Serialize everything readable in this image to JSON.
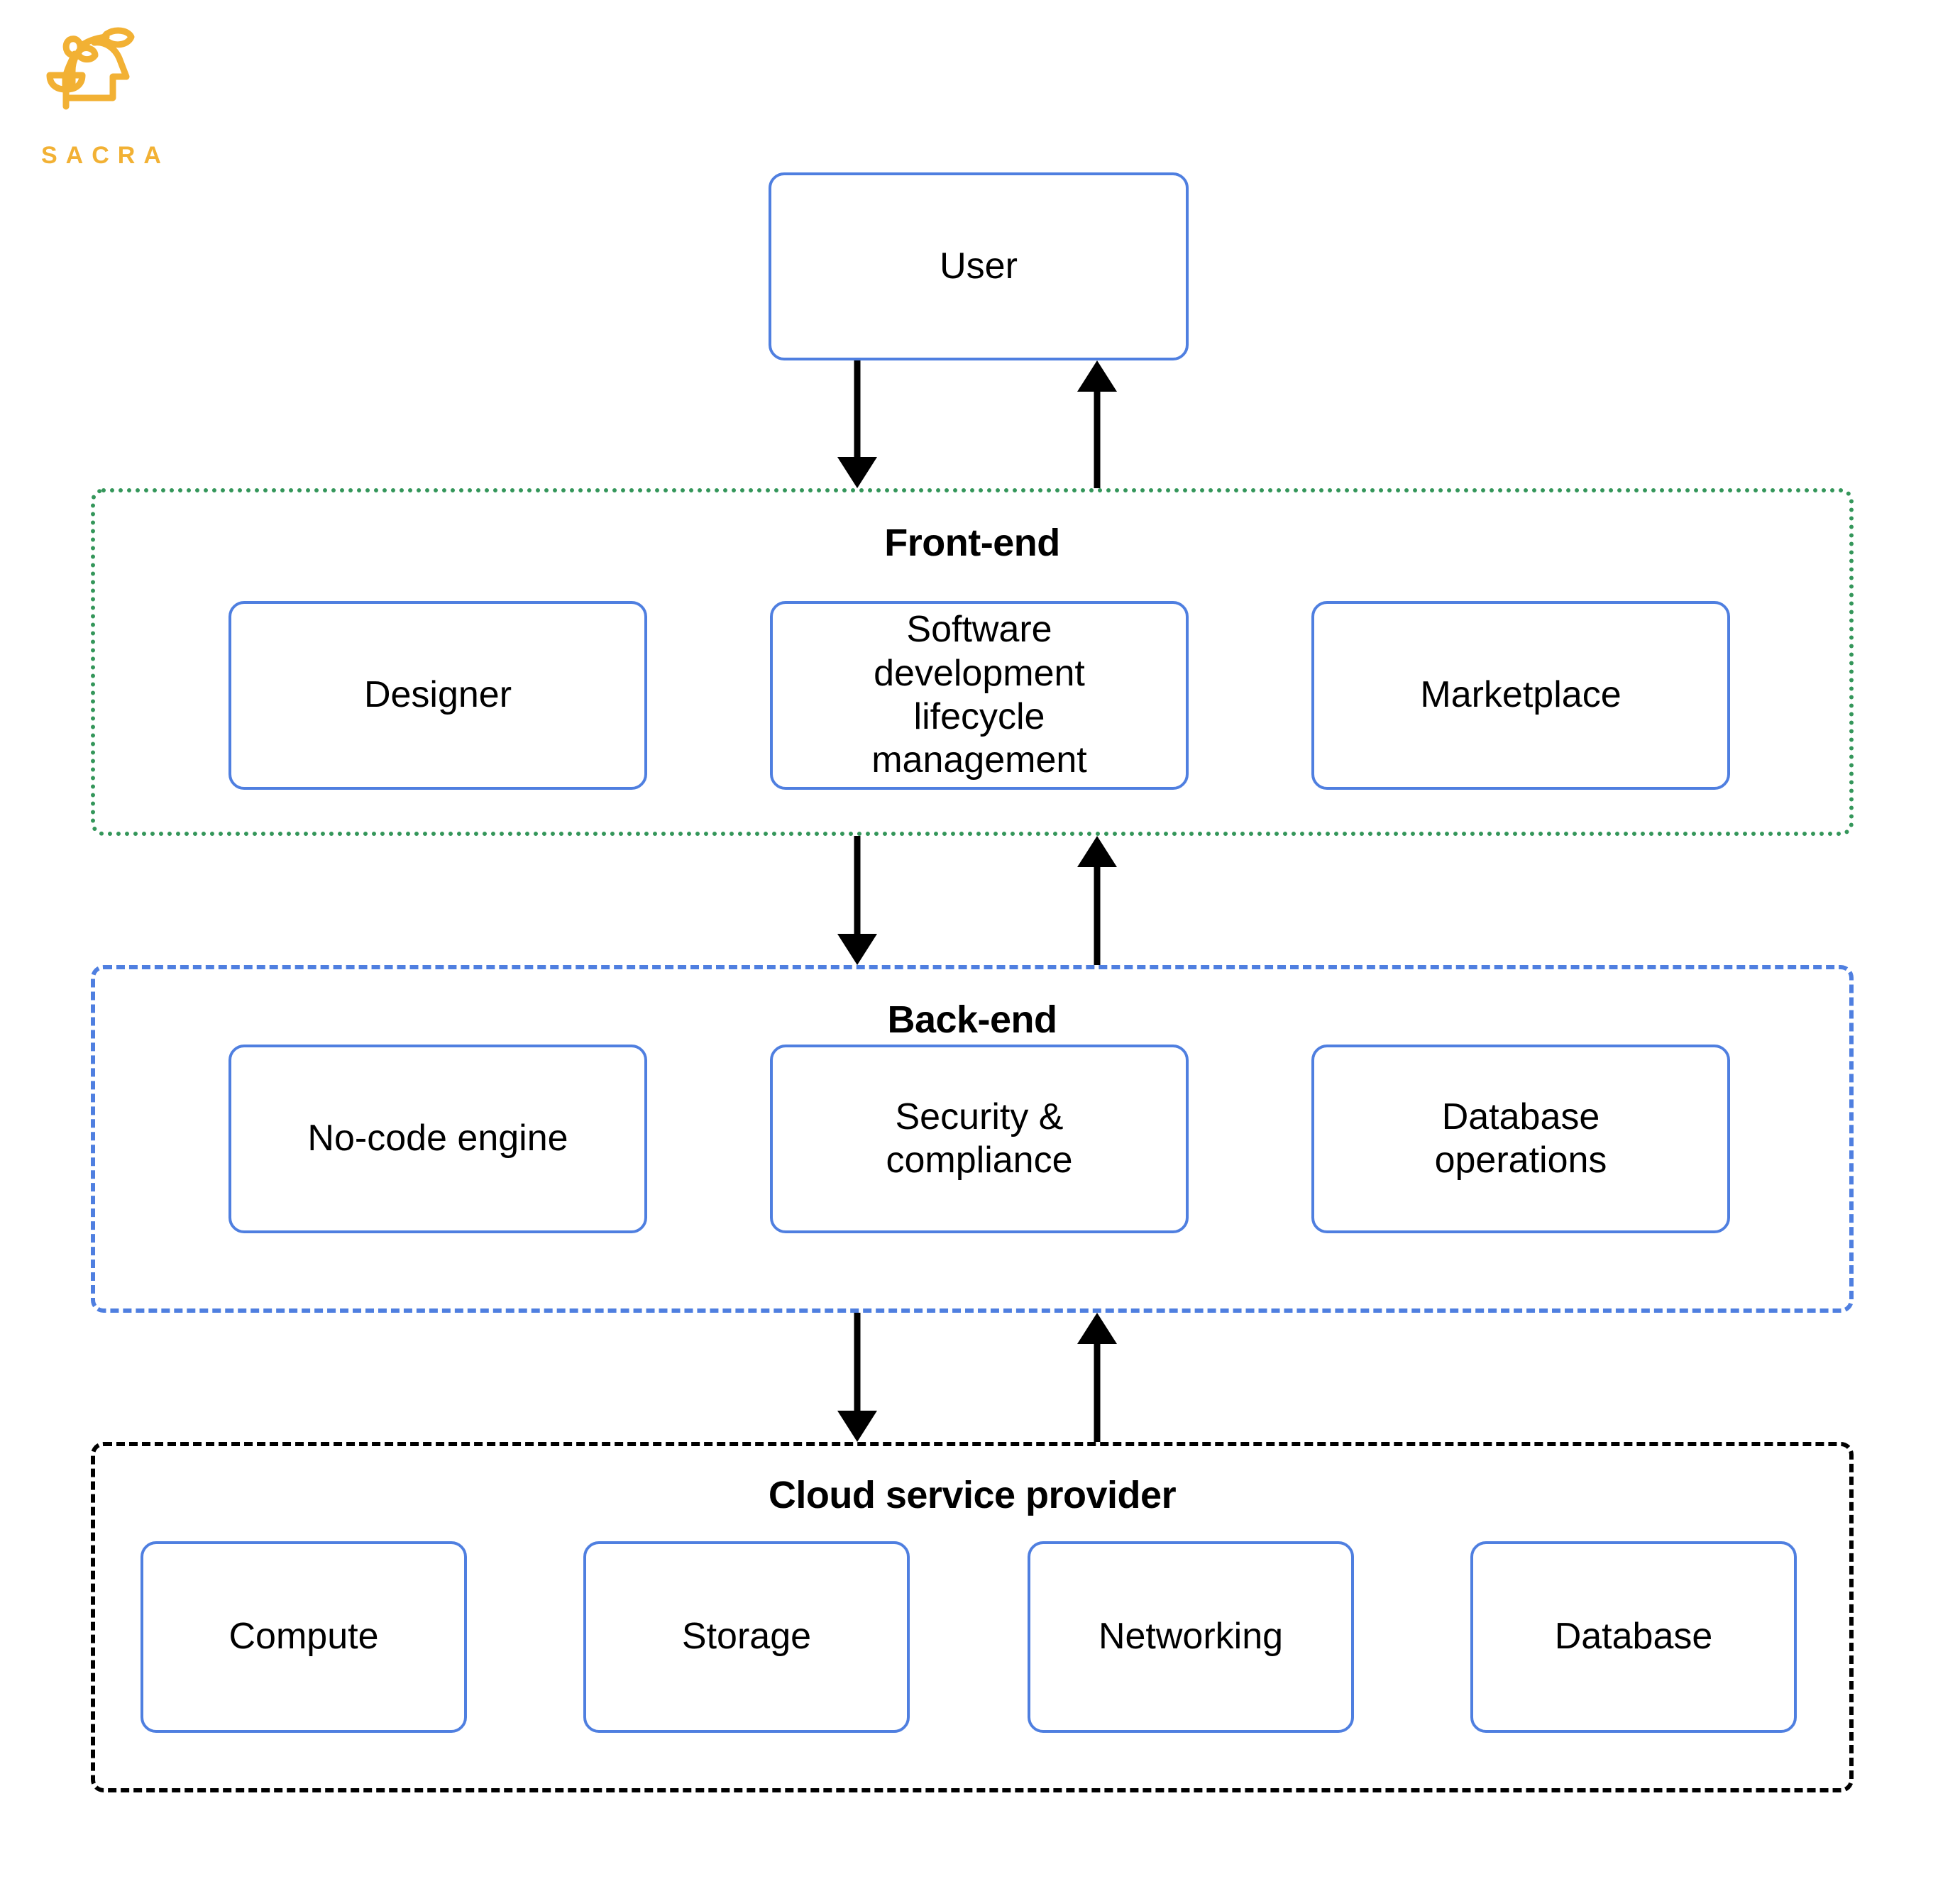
{
  "brand": {
    "wordmark": "SACRA",
    "logo_icon": "sacra-head-plant-logo",
    "color": "#F2B134"
  },
  "colors": {
    "node_border": "#4F7FE0",
    "frontend_border": "#34965A",
    "backend_border": "#4F7FE0",
    "cloud_border": "#000000",
    "arrow": "#000000",
    "text": "#000000",
    "background": "#FFFFFF"
  },
  "diagram": {
    "actor": {
      "label": "User"
    },
    "layers": [
      {
        "id": "frontend",
        "title": "Front-end",
        "border_style": "dotted",
        "border_color": "#34965A",
        "nodes": [
          {
            "label": "Designer"
          },
          {
            "label": "Software development lifecycle management"
          },
          {
            "label": "Marketplace"
          }
        ]
      },
      {
        "id": "backend",
        "title": "Back-end",
        "border_style": "dashed",
        "border_color": "#4F7FE0",
        "nodes": [
          {
            "label": "No-code engine"
          },
          {
            "label": "Security & compliance"
          },
          {
            "label": "Database operations"
          }
        ]
      },
      {
        "id": "cloud",
        "title": "Cloud service provider",
        "border_style": "dashed",
        "border_color": "#000000",
        "nodes": [
          {
            "label": "Compute"
          },
          {
            "label": "Storage"
          },
          {
            "label": "Networking"
          },
          {
            "label": "Database"
          }
        ]
      }
    ],
    "connectors": [
      {
        "from": "user",
        "to": "frontend",
        "direction": "down"
      },
      {
        "from": "frontend",
        "to": "user",
        "direction": "up"
      },
      {
        "from": "frontend",
        "to": "backend",
        "direction": "down"
      },
      {
        "from": "backend",
        "to": "frontend",
        "direction": "up"
      },
      {
        "from": "backend",
        "to": "cloud",
        "direction": "down"
      },
      {
        "from": "cloud",
        "to": "backend",
        "direction": "up"
      }
    ]
  }
}
